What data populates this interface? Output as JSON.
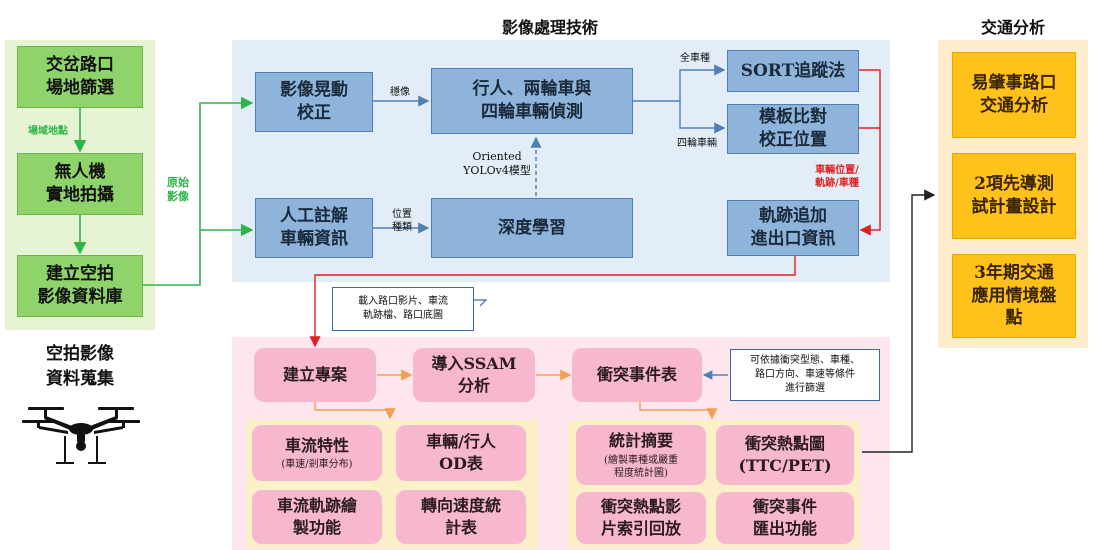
{
  "titles": {
    "image_tech": "影像處理技術",
    "traffic": "交通分析",
    "aerial": "空拍影像\n資料蒐集"
  },
  "green": {
    "intersection": "交岔路口\n場地篩選",
    "drone": "無人機\n實地拍攝",
    "database": "建立空拍\n影像資料庫",
    "label_area": "場域地點",
    "label_raw": "原始\n影像"
  },
  "blue": {
    "stabilize": "影像晃動\n校正",
    "detect": "行人、兩輪車與\n四輪車輛偵測",
    "sort": "SORT追蹤法",
    "template": "模板比對\n校正位置",
    "annotate": "人工註解\n車輛資訊",
    "deep": "深度學習",
    "track": "軌跡追加\n進出口資訊",
    "label_stable": "穩像",
    "label_all_vehicles": "全車種",
    "label_four_wheel": "四輪車輛",
    "label_yolo": "Oriented\nYOLOv4模型",
    "label_pos": "位置\n種類",
    "label_veh_pos": "車輛位置/\n軌跡/車種"
  },
  "pink": {
    "project": "建立專案",
    "ssam": "導入SSAM\n分析",
    "conflict": "衝突事件表",
    "flow": "車流特性",
    "flow_sub": "(車速/剎車分布)",
    "od": "車輛/行人\nOD表",
    "trajectory": "車流軌跡繪\n製功能",
    "turn_speed": "轉向速度統\n計表",
    "summary": "統計摘要",
    "summary_sub": "(繪製車種或嚴重\n程度統計圖)",
    "heatmap": "衝突熱點圖\n(TTC/PET)",
    "hotspot_video": "衝突熱點影\n片索引回放",
    "export": "衝突事件\n匯出功能",
    "note_import": "載入路口影片、車流\n軌跡檔、路口底圖",
    "note_filter": "可依據衝突型態、車種、\n路口方向、車速等條件\n進行篩選"
  },
  "orange": {
    "accident": "易肇事路口\n交通分析",
    "pilot": "2項先導測\n試計畫設計",
    "scenario": "3年期交通\n應用情境盤\n點"
  },
  "colors": {
    "green_arrow": "#2fb44a",
    "blue_arrow": "#4f7fb5",
    "red_arrow": "#e02020",
    "orange_arrow": "#f0a050",
    "black_arrow": "#222222"
  }
}
